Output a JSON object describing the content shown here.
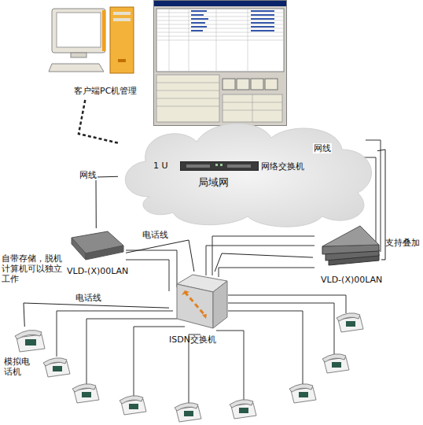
{
  "diagram": {
    "nodes": [
      {
        "text": [
          "客户端PC机管理"
        ]
      },
      {
        "text": [
          "局域网"
        ]
      },
      {
        "text": [
          "1 U",
          "网络交换机"
        ],
        "in": 1
      },
      {
        "text": [
          "VLD-(X)00LAN"
        ]
      },
      {
        "text": [
          "VLD-(X)00LAN"
        ]
      },
      {
        "text": [
          "ISDN交换机"
        ]
      },
      {
        "text": [
          "模拟电话机"
        ]
      }
    ],
    "edges": [
      {
        "from": 0,
        "to": 1,
        "arrow": "none"
      },
      {
        "from": 3,
        "to": 1,
        "label": "网线",
        "arrow": "none"
      },
      {
        "from": 4,
        "to": 1,
        "label": "网线",
        "arrow": "none"
      },
      {
        "from": 3,
        "to": 5,
        "label": "电话线",
        "arrow": "none"
      },
      {
        "from": 4,
        "to": 5,
        "arrow": "none"
      },
      {
        "from": 5,
        "to": 6,
        "label": "电话线",
        "arrow": "none"
      }
    ],
    "labels": [
      "自带存储，脱机计算机可以独立工作",
      "支持叠加"
    ]
  }
}
